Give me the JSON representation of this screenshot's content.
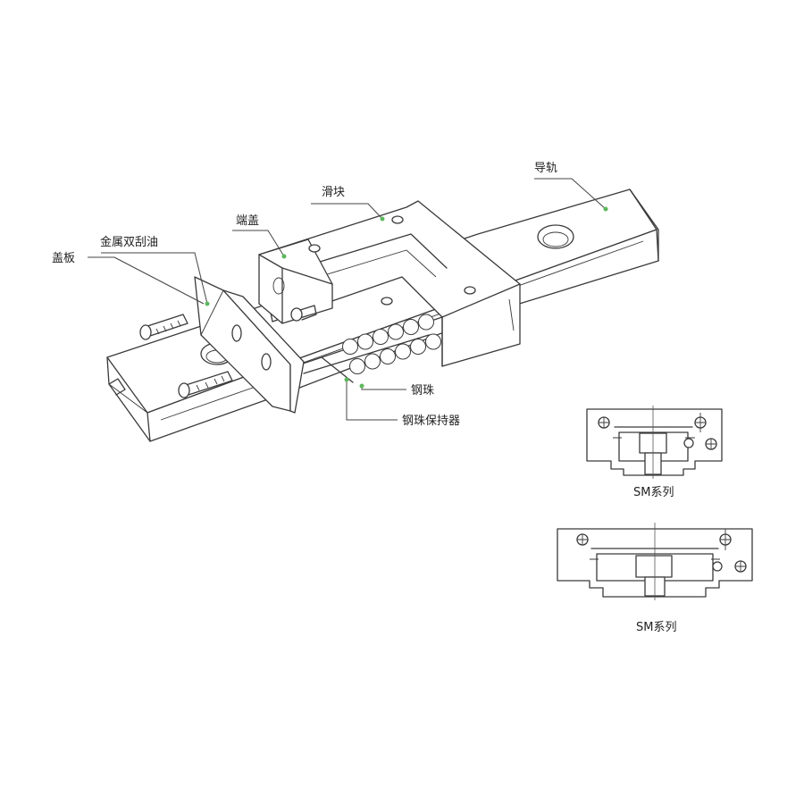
{
  "labels": {
    "cover_plate": "盖板",
    "metal_scraper": "金属双刮油",
    "end_cap": "端盖",
    "slider": "滑块",
    "guide_rail": "导轨",
    "steel_ball": "钢珠",
    "ball_retainer": "钢珠保持器",
    "series_top": "SM系列",
    "series_bottom": "SM系列"
  },
  "colors": {
    "line": "#3a3a3a",
    "marker": "#5cb85c",
    "text": "#222222"
  }
}
